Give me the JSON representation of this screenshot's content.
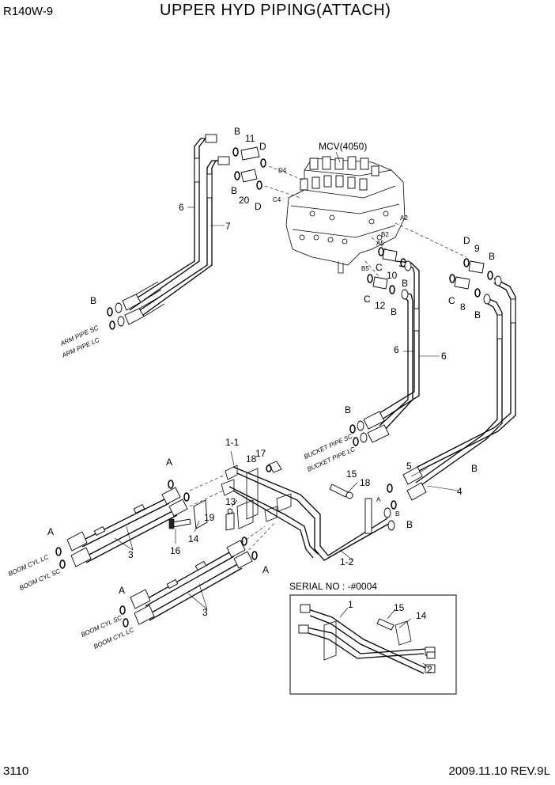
{
  "header": {
    "model": "R140W-9",
    "title": "UPPER HYD PIPING(ATTACH)"
  },
  "footer": {
    "page": "3110",
    "date_rev": "2009.11.10  REV.9L"
  },
  "labels": {
    "mcv": "MCV(4050)",
    "serial": "SERIAL NO : -#0004",
    "arm_pipe_sc": "ARM PIPE SC",
    "arm_pipe_lc": "ARM PIPE LC",
    "bucket_pipe_sc": "BUCKET PIPE SC",
    "bucket_pipe_lc": "BUCKET PIPE LC",
    "boom_cyl_lc_1": "BOOM CYL LC",
    "boom_cyl_sc_1": "BOOM CYL SC",
    "boom_cyl_sc_2": "BOOM CYL SC",
    "boom_cyl_lc_2": "BOOM CYL LC",
    "port_d4": "D4",
    "port_c4": "C4",
    "port_a2": "A2",
    "port_b2": "B2",
    "port_a5": "A5",
    "port_b5": "B5",
    "port_a": "A",
    "port_b": "B"
  },
  "callouts": {
    "p1": "1",
    "p1_1": "1-1",
    "p1_2": "1-2",
    "p2": "2",
    "p3a": "3",
    "p3b": "3",
    "p4": "4",
    "p5": "5",
    "p6a": "6",
    "p6b": "6",
    "p6c": "6",
    "p7": "7",
    "p8": "8",
    "p9": "9",
    "p10": "10",
    "p11": "11",
    "p12": "12",
    "p13": "13",
    "p14a": "14",
    "p14b": "14",
    "p15a": "15",
    "p15b": "15",
    "p16": "16",
    "p17": "17",
    "p18a": "18",
    "p18b": "18",
    "p19": "19",
    "p20": "20",
    "a1": "A",
    "a2": "A",
    "a3": "A",
    "a4": "A",
    "b1": "B",
    "b2": "B",
    "b3": "B",
    "b4": "B",
    "b5": "B",
    "b6": "B",
    "b7": "B",
    "b8": "B",
    "b9": "B",
    "b10": "B",
    "c1": "C",
    "c2": "C",
    "c3": "C",
    "d1": "D",
    "d2": "D",
    "d3": "D"
  }
}
